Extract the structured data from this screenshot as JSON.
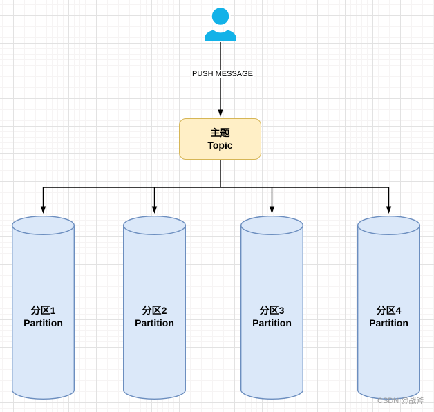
{
  "actor": {
    "icon": "user-icon"
  },
  "edges": {
    "push_label": "PUSH MESSAGE"
  },
  "topic": {
    "title_zh": "主题",
    "title_en": "Topic"
  },
  "partitions": [
    {
      "title_zh": "分区1",
      "title_en": "Partition"
    },
    {
      "title_zh": "分区2",
      "title_en": "Partition"
    },
    {
      "title_zh": "分区3",
      "title_en": "Partition"
    },
    {
      "title_zh": "分区4",
      "title_en": "Partition"
    }
  ],
  "watermark": "CSDN @战斧",
  "colors": {
    "actor_fill": "#12b2e8",
    "topic_fill": "#ffefc6",
    "topic_border": "#d6b656",
    "partition_fill": "#dbe8f9",
    "partition_border": "#6c8ebf",
    "connector": "#000000",
    "watermark_color": "#9e9e9e"
  }
}
